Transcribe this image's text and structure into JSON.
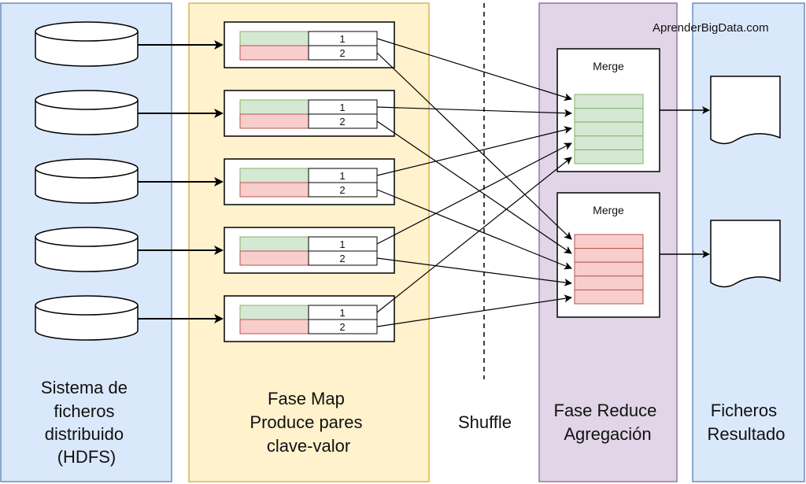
{
  "watermark": "AprenderBigData.com",
  "colors": {
    "hdfs_panel_fill": "#dae8fc",
    "hdfs_panel_stroke": "#6c8ebf",
    "map_panel_fill": "#fff2cc",
    "map_panel_stroke": "#d6b656",
    "reduce_panel_fill": "#e1d5e7",
    "reduce_panel_stroke": "#9673a6",
    "green_fill": "#d5e8d4",
    "green_stroke": "#82b366",
    "red_fill": "#f8cecc",
    "red_stroke": "#b85450"
  },
  "panels": {
    "hdfs": {
      "lines": [
        "Sistema de",
        "ficheros",
        "distribuido",
        "(HDFS)"
      ]
    },
    "map": {
      "lines": [
        "Fase Map",
        "Produce pares",
        "clave-valor"
      ]
    },
    "shuffle": {
      "lines": [
        "Shuffle"
      ]
    },
    "reduce": {
      "lines": [
        "Fase Reduce",
        "Agregación"
      ]
    },
    "results": {
      "lines": [
        "Ficheros",
        "Resultado"
      ]
    }
  },
  "map_tasks": [
    {
      "keys": [
        "1",
        "2"
      ]
    },
    {
      "keys": [
        "1",
        "2"
      ]
    },
    {
      "keys": [
        "1",
        "2"
      ]
    },
    {
      "keys": [
        "1",
        "2"
      ]
    },
    {
      "keys": [
        "1",
        "2"
      ]
    }
  ],
  "reducers": [
    {
      "title": "Merge",
      "color": "green"
    },
    {
      "title": "Merge",
      "color": "red"
    }
  ]
}
